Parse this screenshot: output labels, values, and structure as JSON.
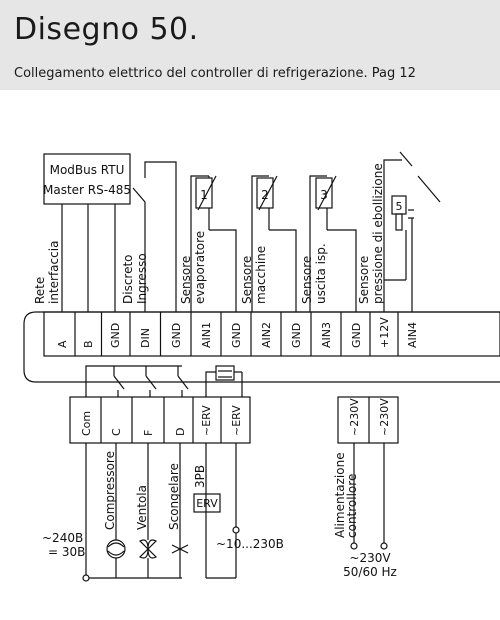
{
  "header": {
    "title": "Disegno 50.",
    "subtitle": "Collegamento elettrico del controller di refrigerazione. Pag 12"
  },
  "modbus": {
    "line1": "ModBus RTU",
    "line2": "Master RS-485"
  },
  "sensors": [
    "1",
    "2",
    "3",
    "5"
  ],
  "top_labels": {
    "rete": [
      "Rete",
      "interfaccia"
    ],
    "discreto": [
      "Discreto",
      "Ingresso"
    ],
    "evaporatore": [
      "Sensore",
      "evaporatore"
    ],
    "macchine": [
      "Sensore",
      "macchine"
    ],
    "uscita": [
      "Sensore",
      "uscita isp."
    ],
    "ebollizione": [
      "Sensore",
      "pressione di ebollizione"
    ]
  },
  "terminals_top": [
    "A",
    "B",
    "GND",
    "DIN",
    "GND",
    "AIN1",
    "GND",
    "AIN2",
    "GND",
    "AIN3",
    "GND",
    "+12V",
    "AIN4"
  ],
  "terminals_bottom": [
    "Com",
    "C",
    "F",
    "D",
    "~ERV",
    "~ERV",
    "~230V",
    "~230V"
  ],
  "bottom_labels": {
    "compressore": "Compressore",
    "ventola": "Ventola",
    "scongelare": "Scongelare",
    "pb": "3PB",
    "erv": "ERV",
    "alimentazione": [
      "Alimentazione",
      "controllore"
    ],
    "supply_left": [
      "~240B",
      "= 30B"
    ],
    "erv_supply": "~10...230B",
    "mains": [
      "~230V",
      "50/60 Hz"
    ]
  },
  "colors": {
    "header_bg": "#e6e6e6",
    "line": "#111111"
  }
}
